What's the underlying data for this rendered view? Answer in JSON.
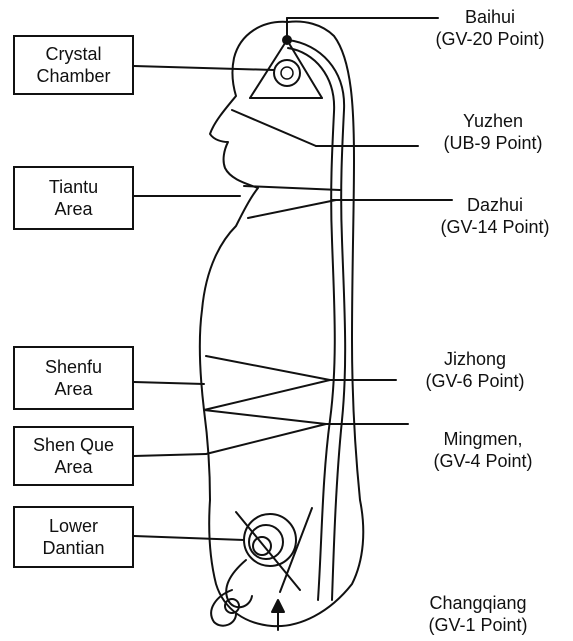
{
  "left_labels": [
    {
      "line1": "Crystal",
      "line2": "Chamber"
    },
    {
      "line1": "Tiantu",
      "line2": "Area"
    },
    {
      "line1": "Shenfu",
      "line2": "Area"
    },
    {
      "line1": "Shen Que",
      "line2": "Area"
    },
    {
      "line1": "Lower",
      "line2": "Dantian"
    }
  ],
  "right_labels": [
    {
      "line1": "Baihui",
      "line2": "(GV-20 Point)"
    },
    {
      "line1": "Yuzhen",
      "line2": "(UB-9 Point)"
    },
    {
      "line1": "Dazhui",
      "line2": "(GV-14 Point)"
    },
    {
      "line1": "Jizhong",
      "line2": "(GV-6 Point)"
    },
    {
      "line1": "Mingmen,",
      "line2": "(GV-4 Point)"
    },
    {
      "line1": "Changqiang",
      "line2": "(GV-1 Point)"
    }
  ],
  "colors": {
    "ink": "#111111",
    "background": "#ffffff"
  }
}
